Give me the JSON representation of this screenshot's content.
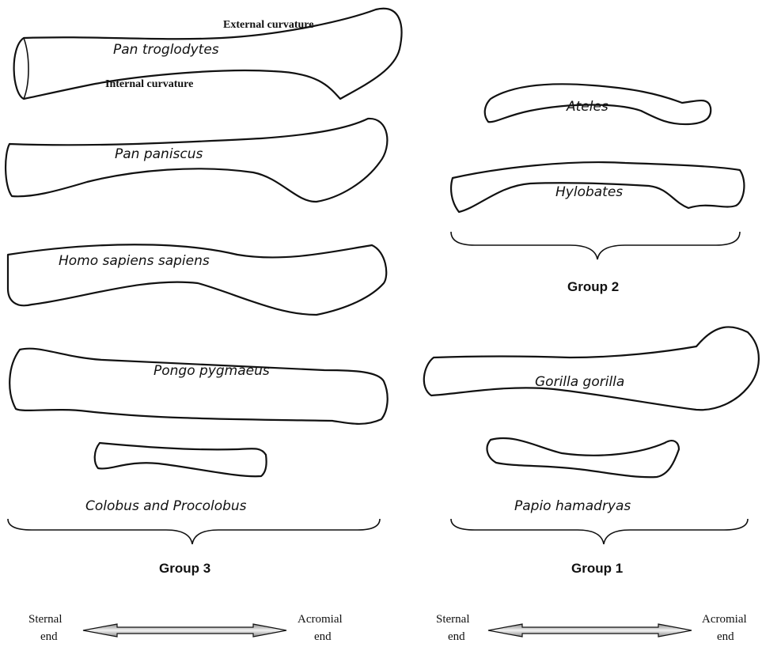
{
  "labels": {
    "external_curvature": "External curvature",
    "internal_curvature": "Internal curvature",
    "species": {
      "pan_troglodytes": "Pan troglodytes",
      "pan_paniscus": "Pan paniscus",
      "homo_sapiens": "Homo sapiens sapiens",
      "pongo": "Pongo pygmaeus",
      "colobus": "Colobus and Procolobus",
      "ateles": "Ateles",
      "hylobates": "Hylobates",
      "gorilla": "Gorilla gorilla",
      "papio": "Papio hamadryas"
    },
    "groups": {
      "group1": "Group 1",
      "group2": "Group 2",
      "group3": "Group 3"
    },
    "ends": {
      "sternal_line1": "Sternal",
      "sternal_line2": "end",
      "acromial_line1": "Acromial",
      "acromial_line2": "end"
    }
  },
  "colors": {
    "outline": "#111111",
    "arrow_fill_light": "#f2f2f2",
    "arrow_fill_dark": "#8a8a8a"
  }
}
